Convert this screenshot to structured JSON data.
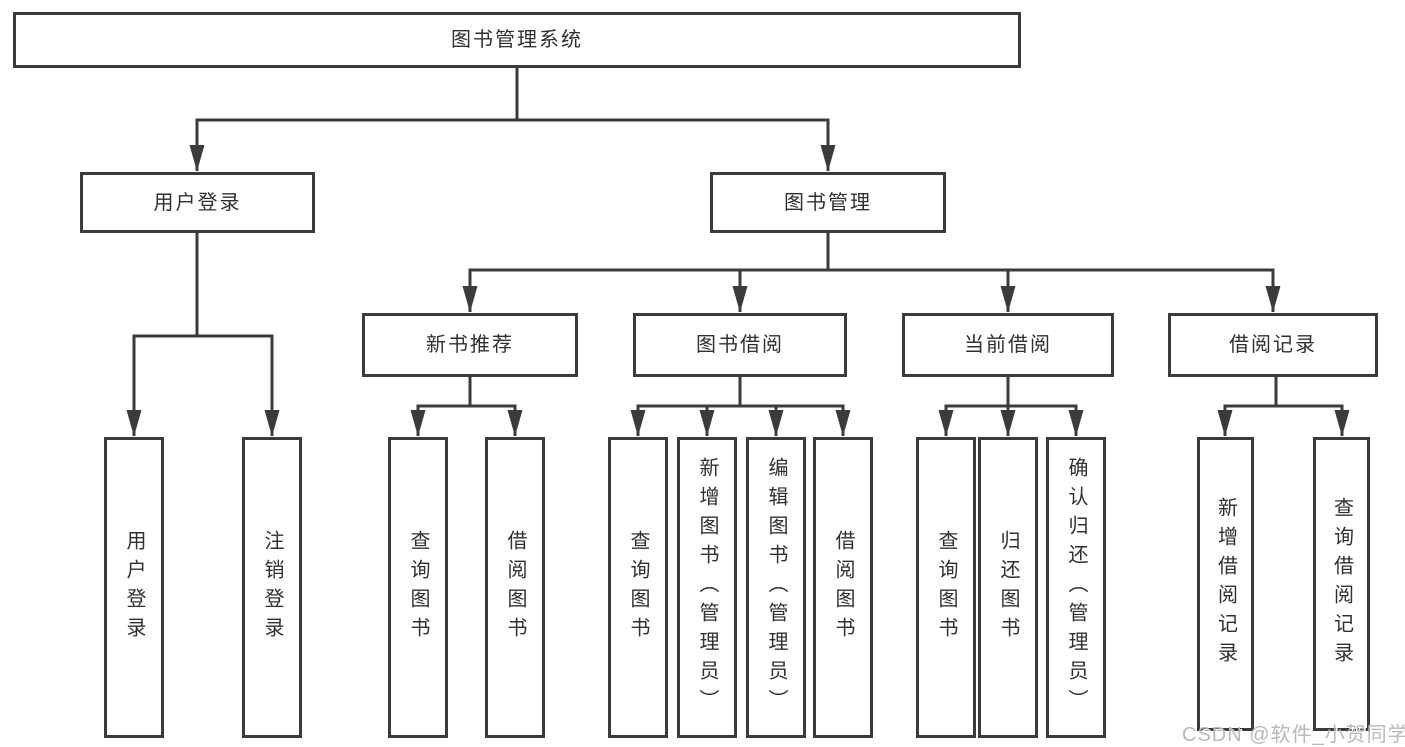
{
  "tree": {
    "root": "图书管理系统",
    "children": [
      {
        "label": "用户登录",
        "children": [
          "用户登录",
          "注销登录"
        ]
      },
      {
        "label": "图书管理",
        "children": [
          {
            "label": "新书推荐",
            "children": [
              "查询图书",
              "借阅图书"
            ]
          },
          {
            "label": "图书借阅",
            "children": [
              "查询图书",
              "新增图书（管理员）",
              "编辑图书（管理员）",
              "借阅图书"
            ]
          },
          {
            "label": "当前借阅",
            "children": [
              "查询图书",
              "归还图书",
              "确认归还（管理员）"
            ]
          },
          {
            "label": "借阅记录",
            "children": [
              "新增借阅记录",
              "查询借阅记录"
            ]
          }
        ]
      }
    ]
  },
  "watermark": "CSDN @软件_小贺同学",
  "colors": {
    "line": "#3b3b3b",
    "box_border": "#3b3b3b",
    "text": "#303030",
    "watermark_text": "#b9b9b9",
    "background": "#ffffff"
  }
}
